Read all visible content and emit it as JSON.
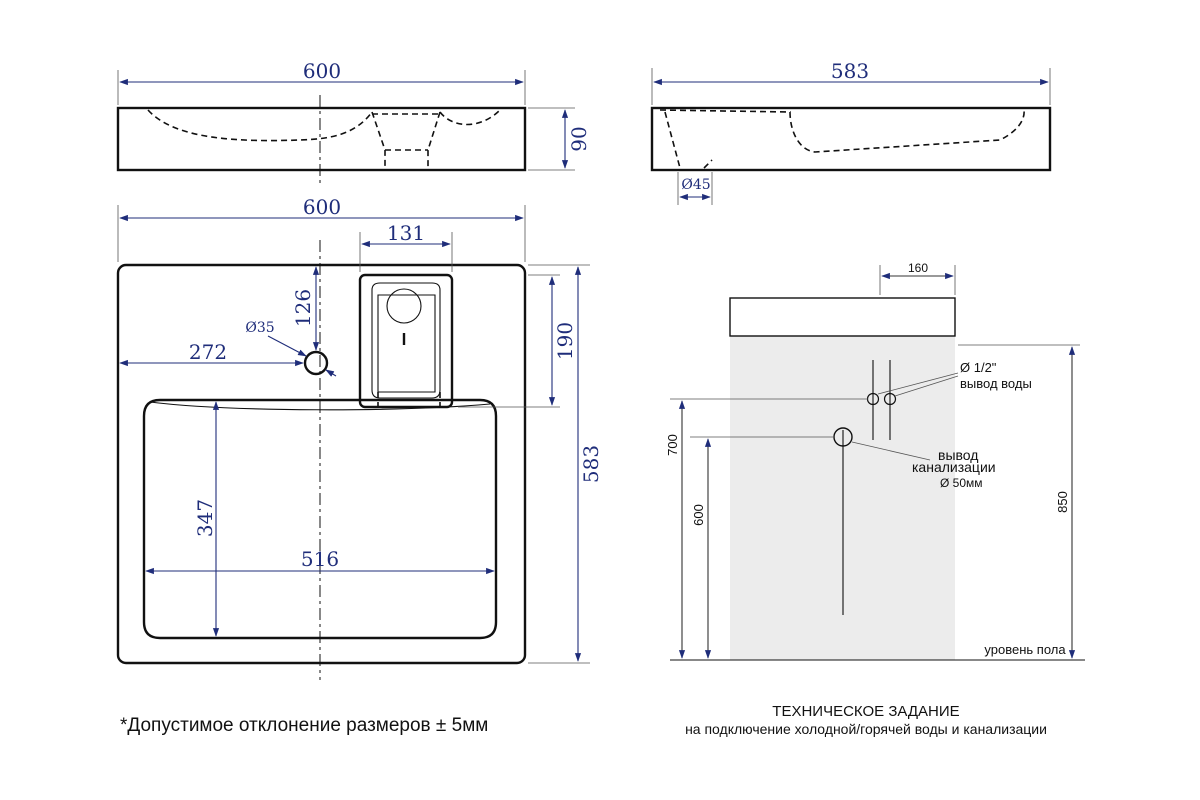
{
  "top_view": {
    "width_label": "600",
    "height_label": "90"
  },
  "side_view": {
    "length_label": "583",
    "drain_label": "Ø45"
  },
  "plan_view": {
    "width_label": "600",
    "faucet_width_label": "131",
    "faucet_offset_label": "126",
    "hole_diameter_label": "Ø35",
    "hole_offset_label": "272",
    "faucet_depth_label": "190",
    "depth_label": "583",
    "bowl_depth_label": "347",
    "bowl_width_label": "516"
  },
  "install_view": {
    "pipe_spacing_label": "160",
    "water_outlet_label_1": "Ø 1/2\"",
    "water_outlet_label_2": "вывод воды",
    "sewer_label_1": "вывод",
    "sewer_label_2": "канализации",
    "sewer_label_3": "Ø 50мм",
    "h700_label": "700",
    "h600_label": "600",
    "h850_label": "850",
    "floor_label": "уровень пола"
  },
  "notes": {
    "tolerance": "*Допустимое отклонение размеров ± 5мм",
    "spec_title": "ТЕХНИЧЕСКОЕ ЗАДАНИЕ",
    "spec_subtitle": "на подключение холодной/горячей воды и канализации"
  },
  "colors": {
    "dimension": "#1f2d7a",
    "wall": "#ececec",
    "line": "#111111"
  }
}
